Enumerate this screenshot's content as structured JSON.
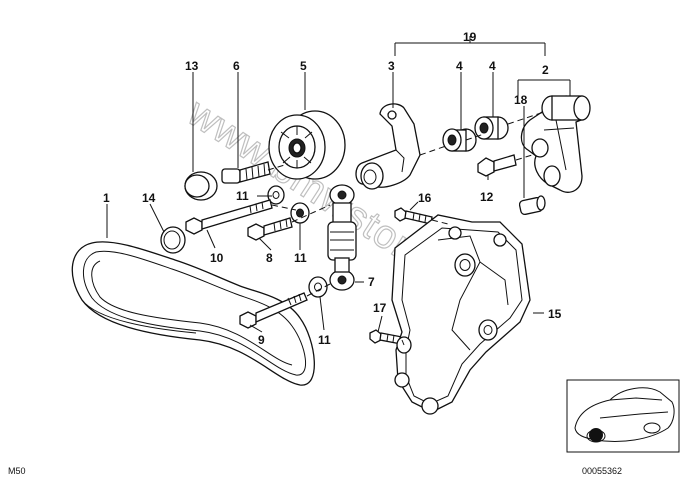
{
  "diagram": {
    "callouts": [
      {
        "id": "c1",
        "label": "1"
      },
      {
        "id": "c2",
        "label": "2"
      },
      {
        "id": "c3",
        "label": "3"
      },
      {
        "id": "c4a",
        "label": "4"
      },
      {
        "id": "c4b",
        "label": "4"
      },
      {
        "id": "c5",
        "label": "5"
      },
      {
        "id": "c6",
        "label": "6"
      },
      {
        "id": "c7",
        "label": "7"
      },
      {
        "id": "c8",
        "label": "8"
      },
      {
        "id": "c9",
        "label": "9"
      },
      {
        "id": "c10",
        "label": "10"
      },
      {
        "id": "c11a",
        "label": "11"
      },
      {
        "id": "c11b",
        "label": "11"
      },
      {
        "id": "c11c",
        "label": "11"
      },
      {
        "id": "c12",
        "label": "12"
      },
      {
        "id": "c13",
        "label": "13"
      },
      {
        "id": "c14",
        "label": "14"
      },
      {
        "id": "c15",
        "label": "15"
      },
      {
        "id": "c16",
        "label": "16"
      },
      {
        "id": "c17",
        "label": "17"
      },
      {
        "id": "c18",
        "label": "18"
      },
      {
        "id": "c19",
        "label": "19"
      }
    ],
    "model_code": "M50",
    "diagram_number": "00055362",
    "watermark": "www.bmwstore.pl"
  }
}
